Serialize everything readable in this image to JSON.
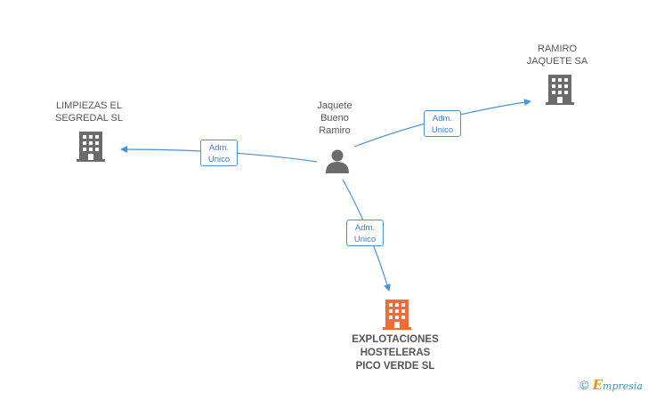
{
  "nodes": {
    "person": {
      "label": "Jaquete\nBueno\nRamiro"
    },
    "ramiro": {
      "label": "RAMIRO\nJAQUETE SA"
    },
    "limpiezas": {
      "label": "LIMPIEZAS EL\nSEGREDAL SL"
    },
    "explotaciones": {
      "label": "EXPLOTACIONES\nHOSTELERAS\nPICO VERDE SL"
    }
  },
  "edges": {
    "to_ramiro": {
      "label": "Adm.\nUnico"
    },
    "to_limpiezas": {
      "label": "Adm.\nUnico"
    },
    "to_explotaciones": {
      "label": "Adm.\nUnico"
    }
  },
  "colors": {
    "edge": "#4a90d9",
    "company_icon": "#6b6b6b",
    "main_company_icon": "#f26b3a",
    "person_icon": "#6b6b6b"
  },
  "footer": {
    "copyright": "©",
    "brand_initial": "E",
    "brand_rest": "mpresia"
  }
}
